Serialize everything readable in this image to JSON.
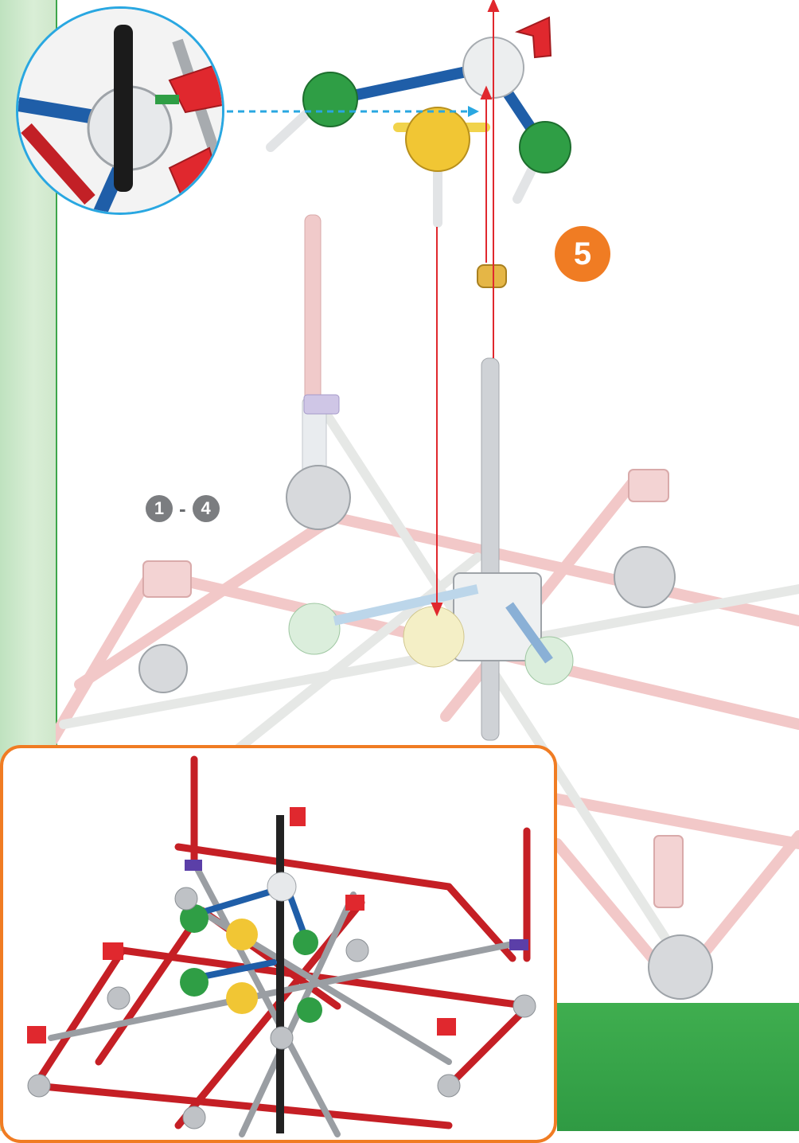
{
  "step": {
    "number": "5"
  },
  "previous_steps": {
    "from": "1",
    "separator": "-",
    "to": "4"
  },
  "colors": {
    "badge_orange": "#f07c23",
    "band_green": "#3da64a",
    "detail_blue": "#29a7e1",
    "arrow_red": "#e0282e"
  },
  "icons": {
    "zoom_detail": "magnified-connector-detail",
    "assembly_arrow": "dashed-arrow",
    "insert_arrow": "red-vertical-arrow"
  }
}
